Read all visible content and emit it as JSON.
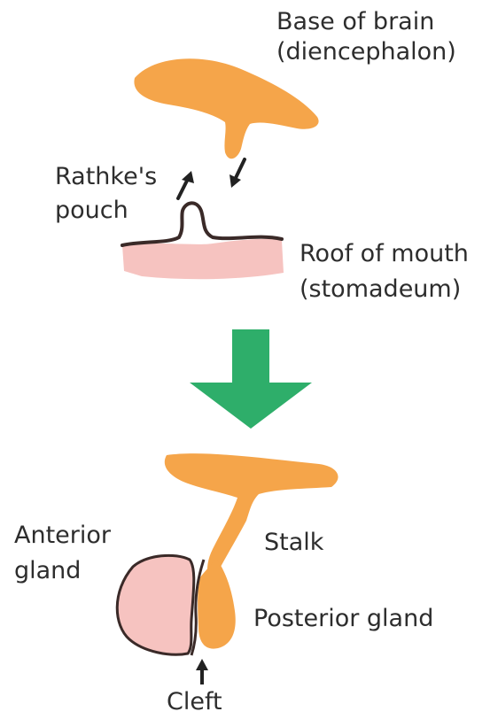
{
  "labels": {
    "base_of_brain_line1": "Base of brain",
    "base_of_brain_line2": "(diencephalon)",
    "rathkes_line1": "Rathke's",
    "rathkes_line2": "pouch",
    "roof_line1": "Roof of mouth",
    "roof_line2": "(stomadeum)",
    "anterior_line1": "Anterior",
    "anterior_line2": "gland",
    "stalk": "Stalk",
    "posterior": "Posterior gland",
    "cleft": "Cleft"
  },
  "colors": {
    "brain_tissue": "#f5a54a",
    "mouth_tissue": "#f6c3c0",
    "anterior_gland": "#f6c3c0",
    "posterior_gland": "#f5a54a",
    "transition_arrow": "#2eae6a",
    "outline": "#3a2a28",
    "text": "#2d2d2d"
  }
}
